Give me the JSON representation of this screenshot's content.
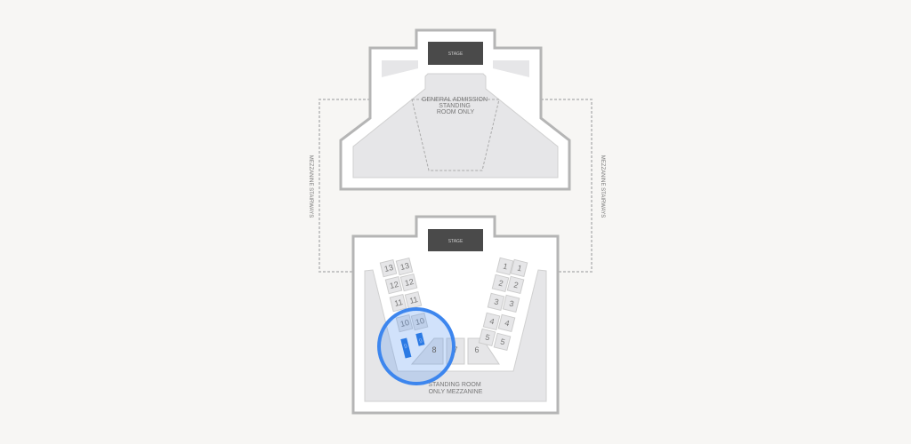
{
  "upper_level": {
    "stage_label": "STAGE",
    "ga_label_lines": [
      "GENERAL ADMISSION",
      "STANDING",
      "ROOM ONLY"
    ]
  },
  "lower_level": {
    "stage_label": "STAGE",
    "sro_label_lines": [
      "STANDING ROOM",
      "ONLY MEZZANINE"
    ],
    "floor_sections": [
      "8",
      "7",
      "6"
    ],
    "left_rows": [
      "13",
      "12",
      "11",
      "10",
      "9"
    ],
    "right_rows": [
      "1",
      "2",
      "3",
      "4",
      "5"
    ],
    "selected_row": "9"
  },
  "stairways": {
    "left_label": "MEZZANINE STAIRWAYS",
    "right_label": "MEZZANINE STAIRWAYS"
  },
  "colors": {
    "selected": "#1a6fe0",
    "highlight_ring": "#3d86ee",
    "section": "#e6e6e8",
    "outline": "#b5b5b5",
    "stage": "#4a4a4a"
  }
}
